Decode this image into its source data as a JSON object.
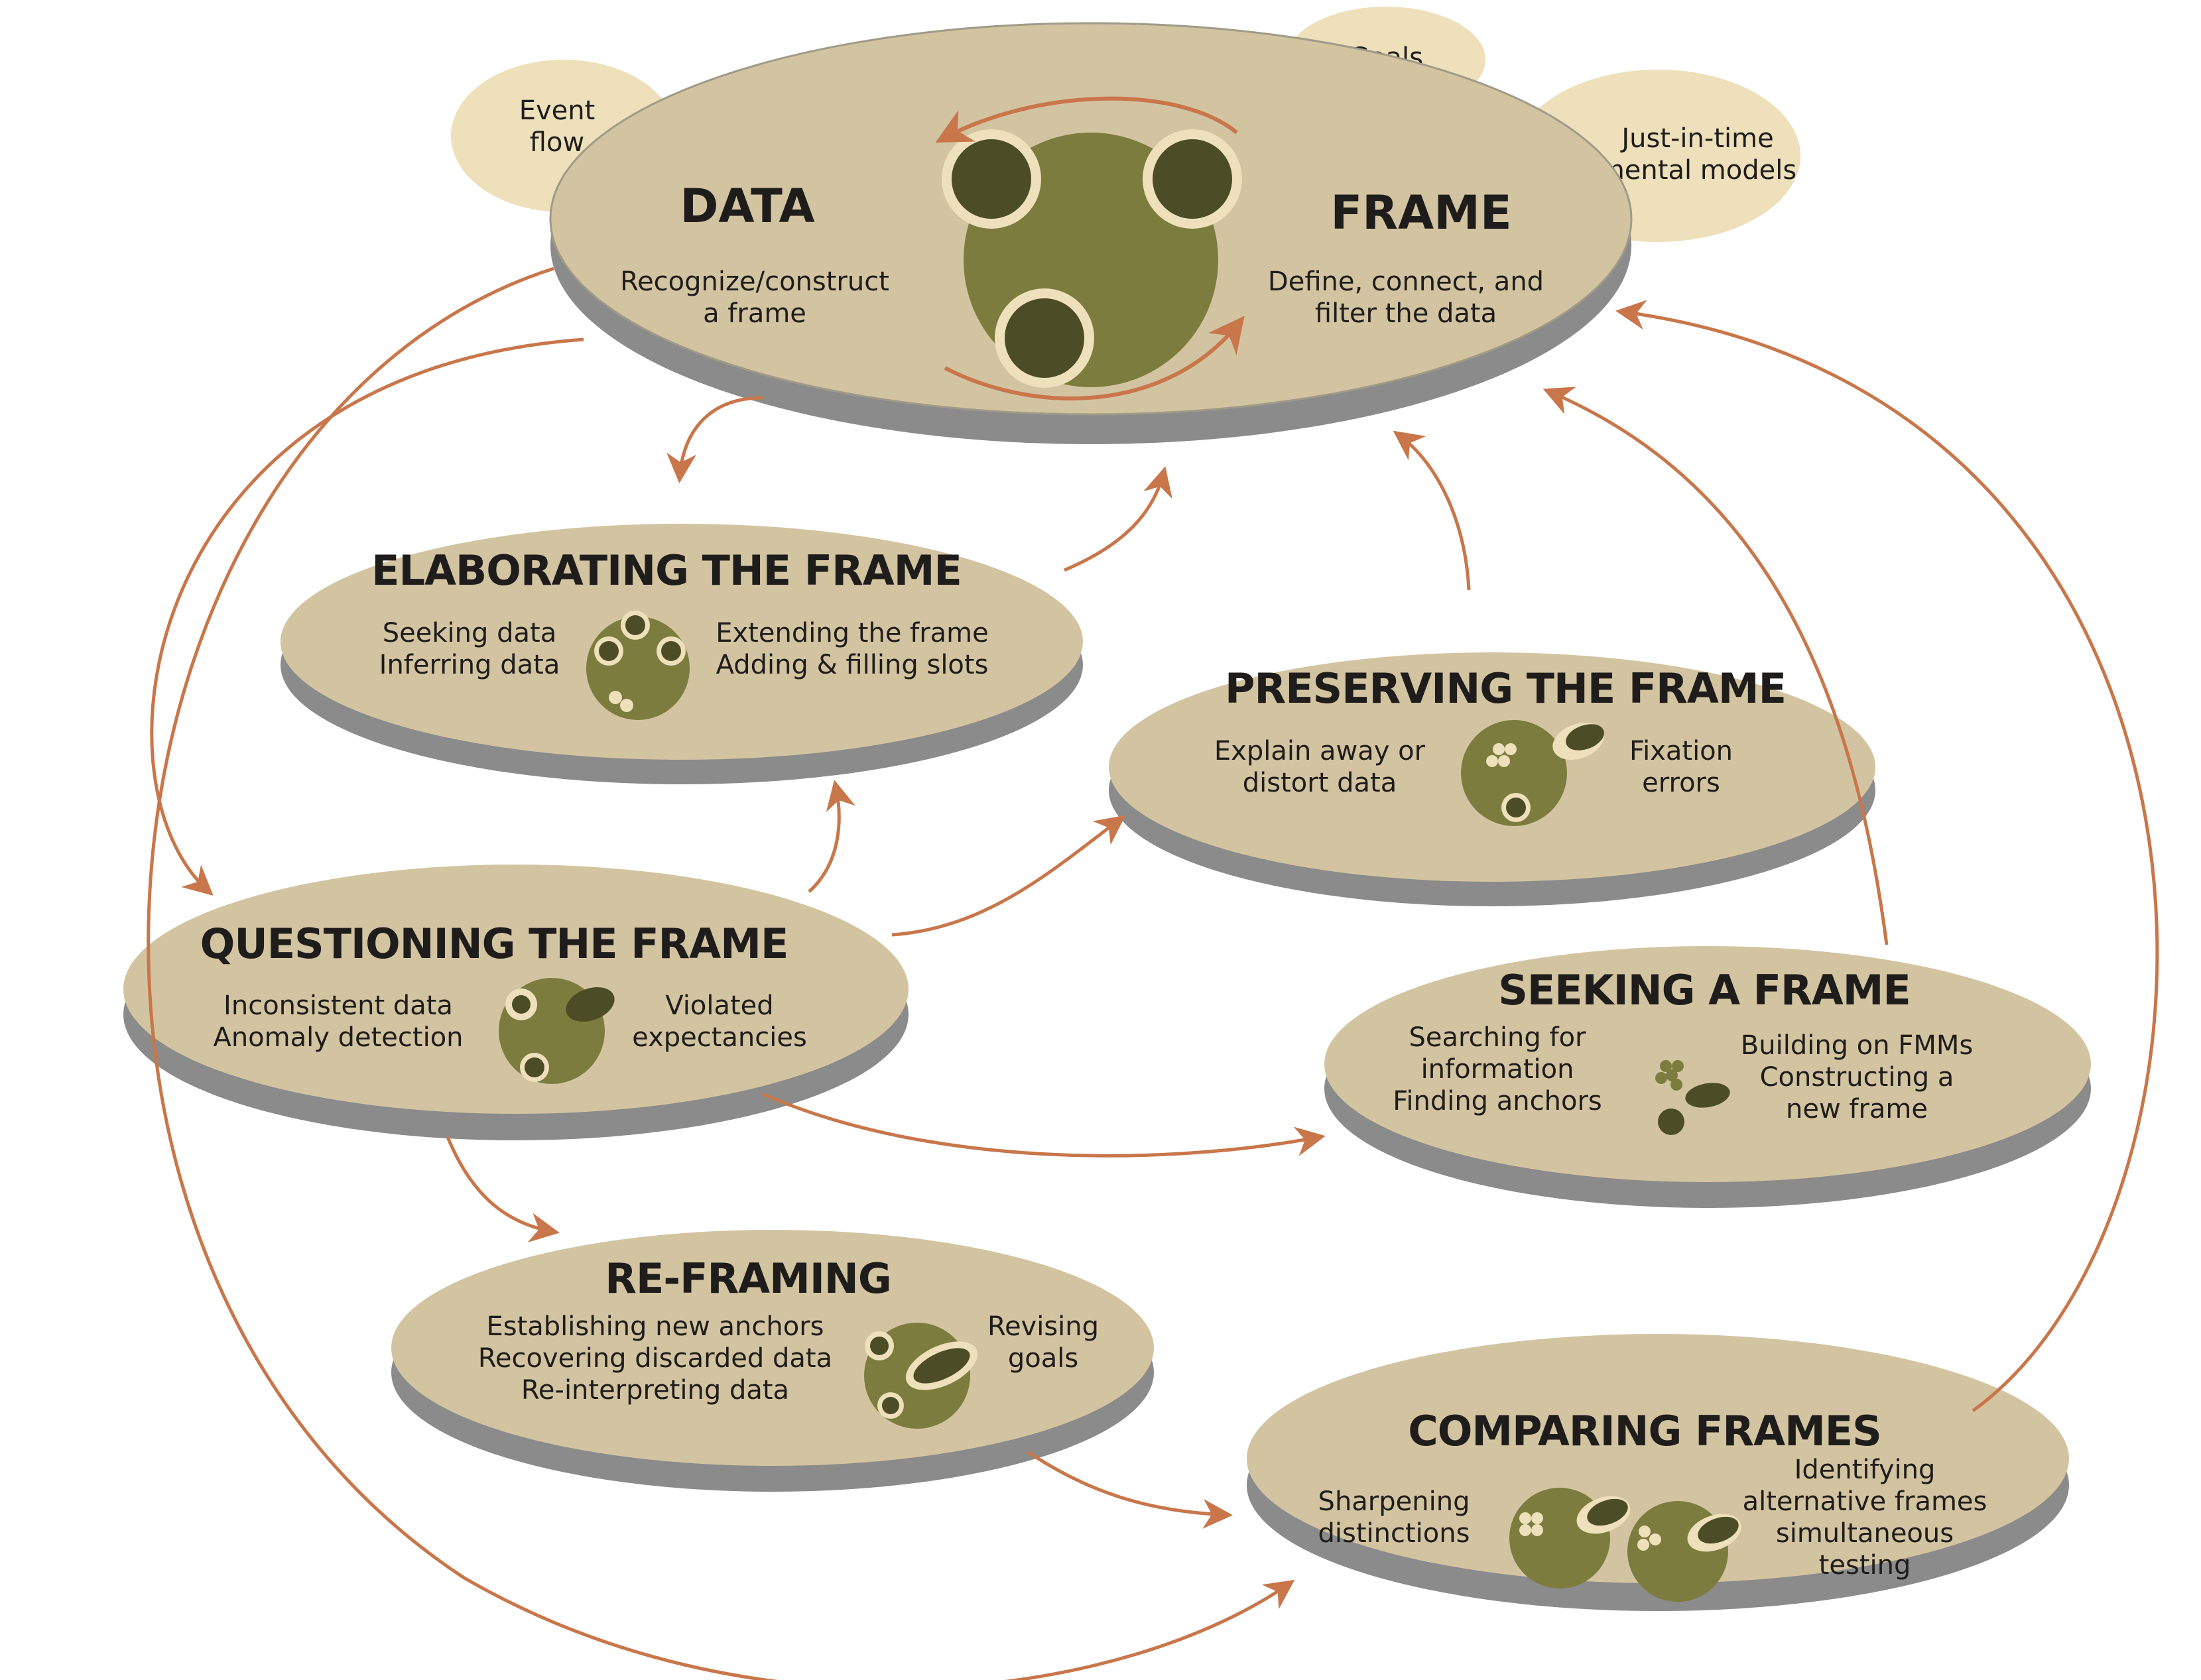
{
  "colors": {
    "ellipse_fill": "#d3c4a1",
    "ellipse_side": "#8b8b8b",
    "bubble_fill": "#ede0ba",
    "circle_fill": "#7c7c3f",
    "dark_circle": "#4c4d27",
    "arrow": "#c8764a"
  },
  "bubbles": {
    "event_flow": [
      "Event",
      "flow"
    ],
    "goals": [
      "Goals"
    ],
    "jit_models": [
      "Just-in-time",
      "mental models"
    ]
  },
  "main": {
    "data_title": "DATA",
    "data_text": [
      "Recognize/construct",
      "a frame"
    ],
    "frame_title": "FRAME",
    "frame_text": [
      "Define, connect, and",
      "filter the data"
    ]
  },
  "nodes": {
    "elaborating": {
      "title": "ELABORATING THE FRAME",
      "left": [
        "Seeking data",
        "Inferring data"
      ],
      "right": [
        "Extending the frame",
        "Adding & filling slots"
      ]
    },
    "preserving": {
      "title": "PRESERVING THE FRAME",
      "left": [
        "Explain away or",
        "distort data"
      ],
      "right": [
        "Fixation",
        "errors"
      ]
    },
    "questioning": {
      "title": "QUESTIONING THE FRAME",
      "left": [
        "Inconsistent data",
        "Anomaly detection"
      ],
      "right": [
        "Violated",
        "expectancies"
      ]
    },
    "seeking": {
      "title": "SEEKING A FRAME",
      "left": [
        "Searching for",
        "information",
        "Finding anchors"
      ],
      "right": [
        "Building on FMMs",
        "Constructing a",
        "new frame"
      ]
    },
    "reframing": {
      "title": "RE-FRAMING",
      "left": [
        "Establishing new anchors",
        "Recovering discarded data",
        "Re-interpreting data"
      ],
      "right": [
        "Revising",
        "goals"
      ]
    },
    "comparing": {
      "title": "COMPARING FRAMES",
      "left": [
        "Sharpening",
        "distinctions"
      ],
      "right": [
        "Identifying",
        "alternative frames",
        "simultaneous",
        "testing"
      ]
    }
  }
}
